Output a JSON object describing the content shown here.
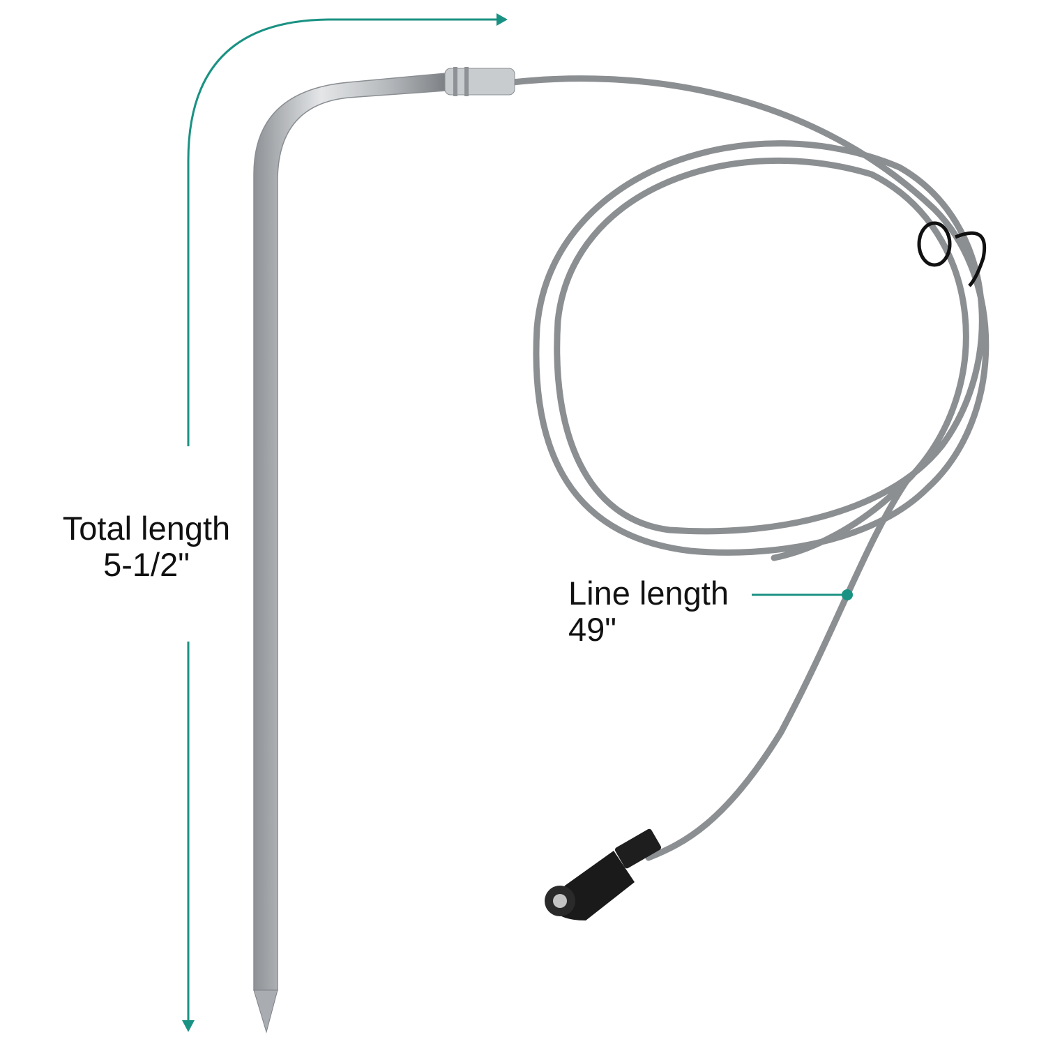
{
  "colors": {
    "dimension_arrow": "#1a9283",
    "probe_metal": "#b8bcc0",
    "cable": "#8c8f92",
    "connector": "#1a1a1a"
  },
  "total_length": {
    "label": "Total length",
    "value": "5-1/2\""
  },
  "line_length": {
    "label": "Line length",
    "value": "49\""
  }
}
